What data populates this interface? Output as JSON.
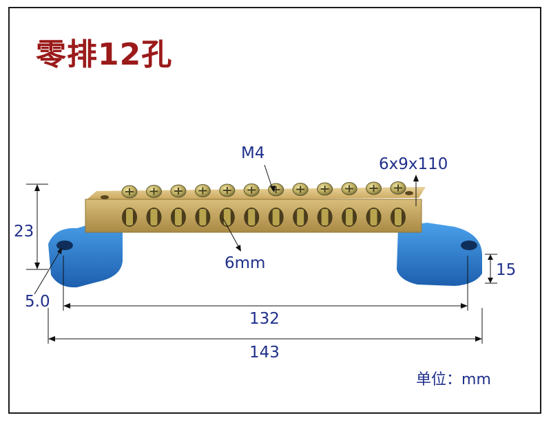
{
  "title": "零排12孔",
  "labels": {
    "thread": "M4",
    "bar_size": "6x9x110",
    "height": "23",
    "hole": "6mm",
    "mount_hole": "5.0",
    "base_height": "15",
    "hole_spacing": "132",
    "total_length": "143"
  },
  "unit": {
    "label": "单位",
    "sep": "：",
    "value": "mm"
  },
  "colors": {
    "title": "#9b1a1a",
    "label": "#1f2f8a",
    "brass": "#c9a75c",
    "insulator": "#2b7fd0"
  },
  "holes": 12
}
